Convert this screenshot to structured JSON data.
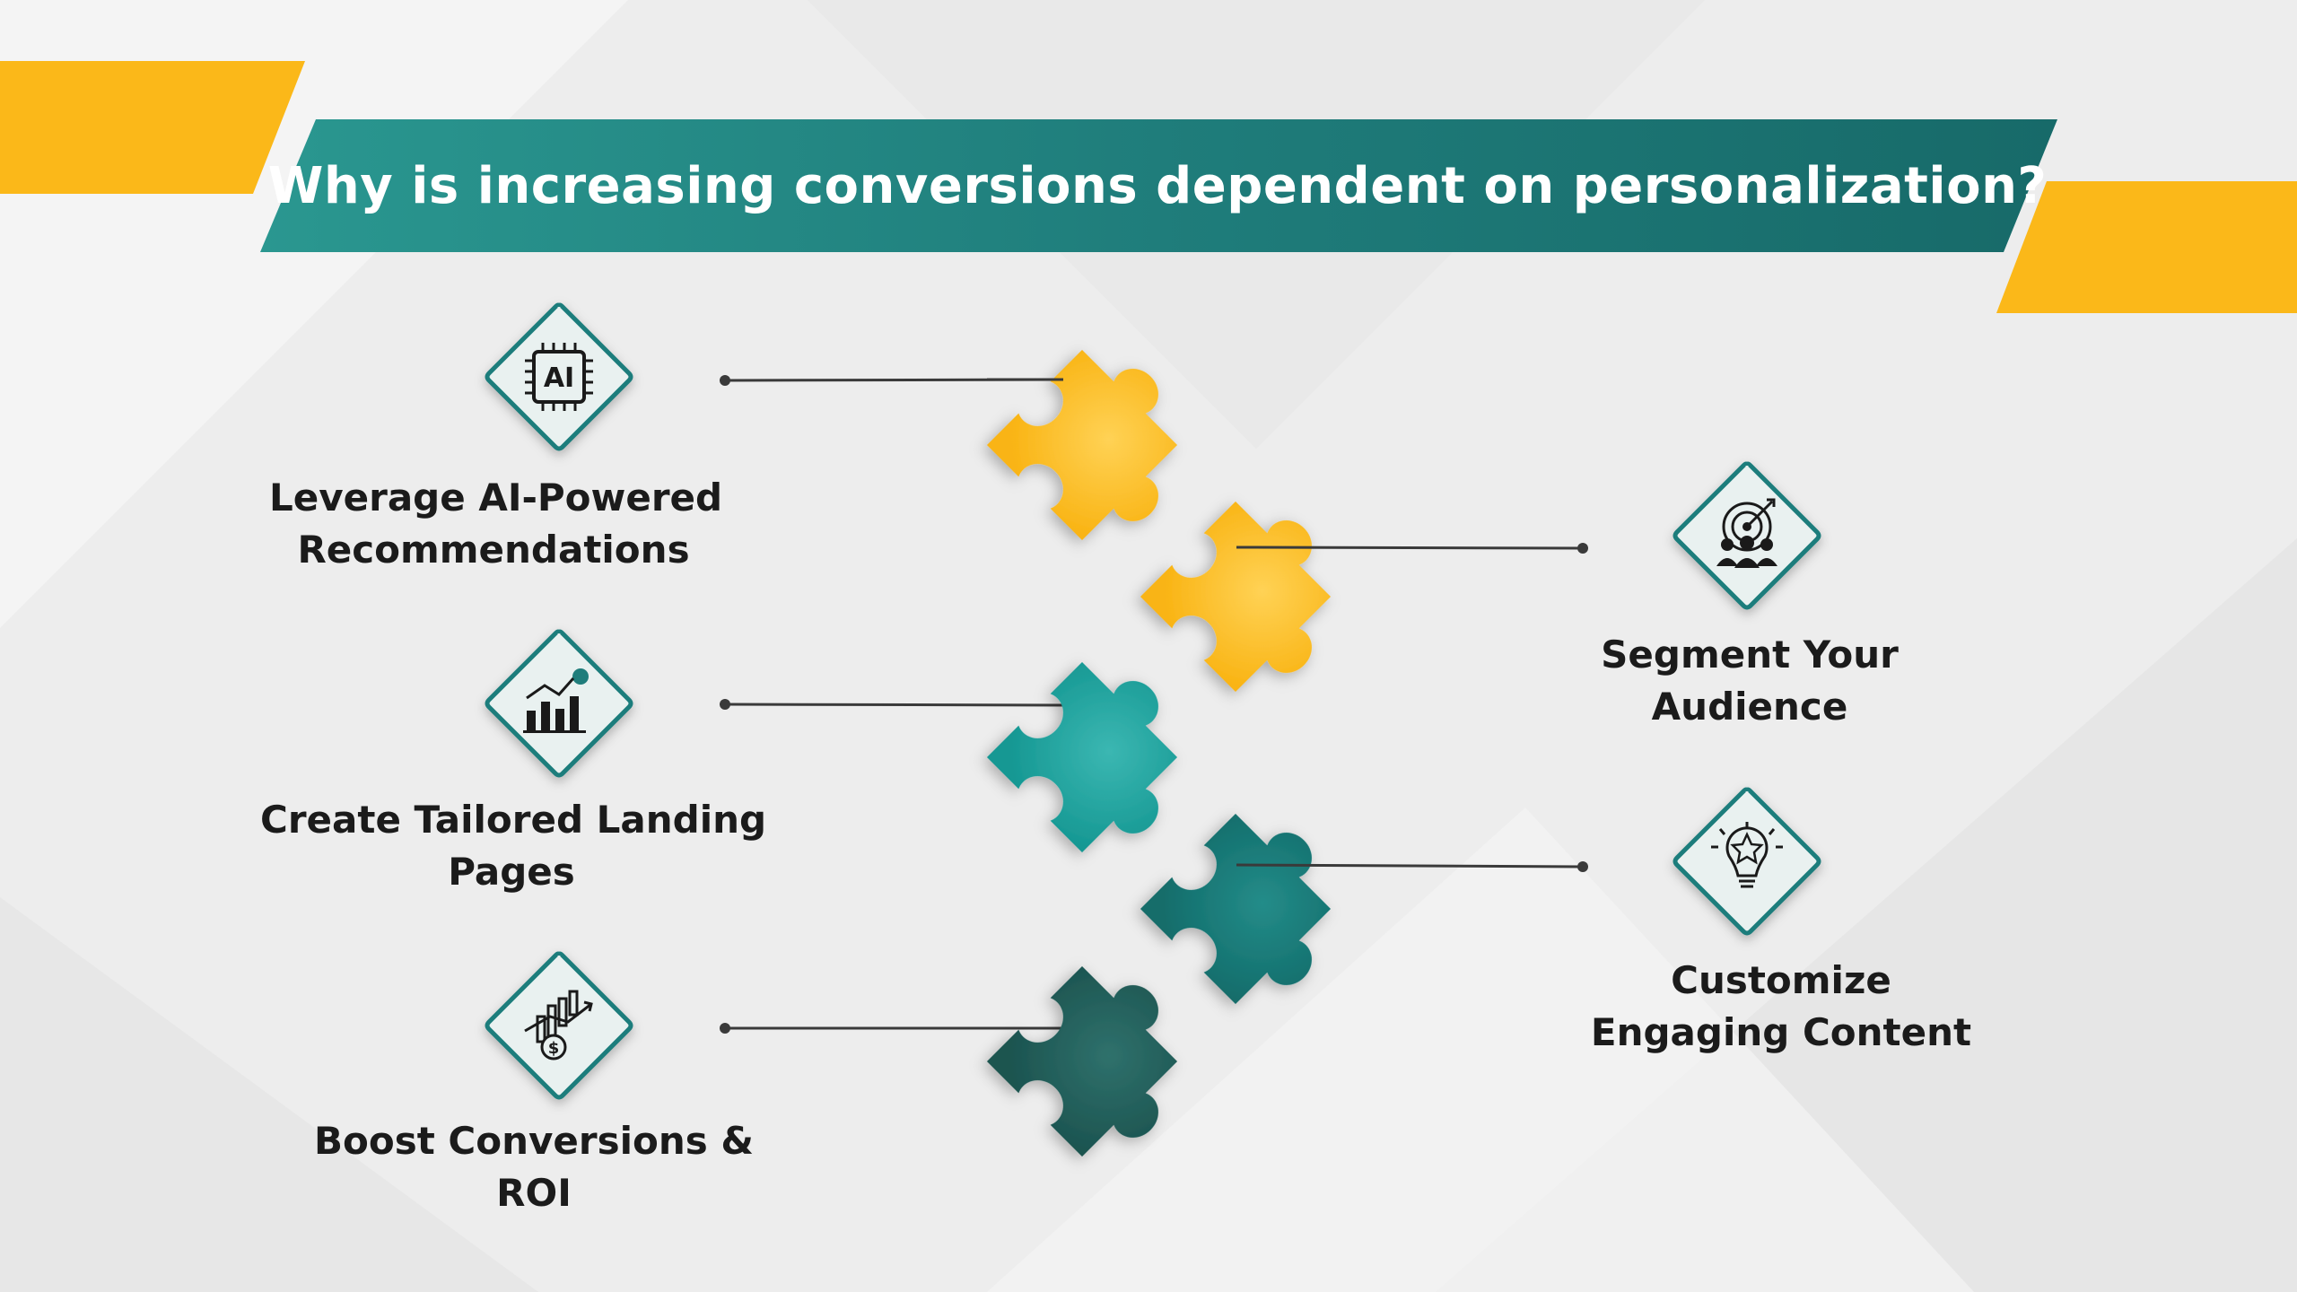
{
  "title": "Why is increasing conversions dependent on personalization?",
  "colors": {
    "yellow": "#fbb819",
    "teal_banner": "#1f7d7b",
    "teal_light": "#1d9f9b",
    "teal_mid": "#157371",
    "teal_dark": "#205955",
    "icon_fill": "#e9f1f0",
    "text": "#1b1b1b"
  },
  "items": [
    {
      "line1": "Leverage AI-Powered",
      "line2": "Recommendations",
      "icon": "ai-chip-icon",
      "icon_text": "AI"
    },
    {
      "line1": "Create Tailored Landing",
      "line2": "Pages",
      "icon": "growth-chart-icon"
    },
    {
      "line1": "Boost Conversions &",
      "line2": "ROI",
      "icon": "revenue-chart-icon"
    },
    {
      "line1": "Segment Your",
      "line2": "Audience",
      "icon": "target-audience-icon"
    },
    {
      "line1": "Customize",
      "line2": "Engaging Content",
      "icon": "lightbulb-icon"
    }
  ]
}
